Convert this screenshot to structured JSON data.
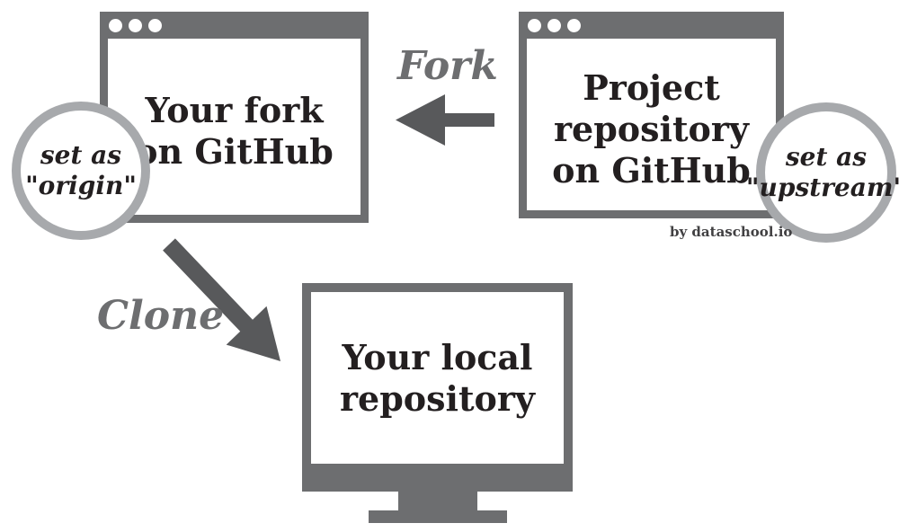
{
  "colors": {
    "frame-gray": "#6d6e70",
    "arrow-gray": "#58595b",
    "ring-gray": "#a7a9ac",
    "ink": "#231f20",
    "label-gray": "#6d6e70",
    "credit-gray": "#414042",
    "white": "#ffffff"
  },
  "fork_window": {
    "line1": "Your fork",
    "line2": "on GitHub"
  },
  "project_window": {
    "line1": "Project",
    "line2": "repository",
    "line3": "on GitHub"
  },
  "local_repository": {
    "line1": "Your local",
    "line2": "repository"
  },
  "origin_badge": {
    "line1": "set as",
    "line2": "\"origin\""
  },
  "upstream_badge": {
    "line1": "set as",
    "line2": "\"upstream\""
  },
  "labels": {
    "fork": "Fork",
    "clone": "Clone"
  },
  "credit": "by dataschool.io",
  "icons": {
    "window_dots": "traffic-light-dots",
    "fork_arrow": "arrow-left",
    "clone_arrow": "arrow-down-right"
  }
}
